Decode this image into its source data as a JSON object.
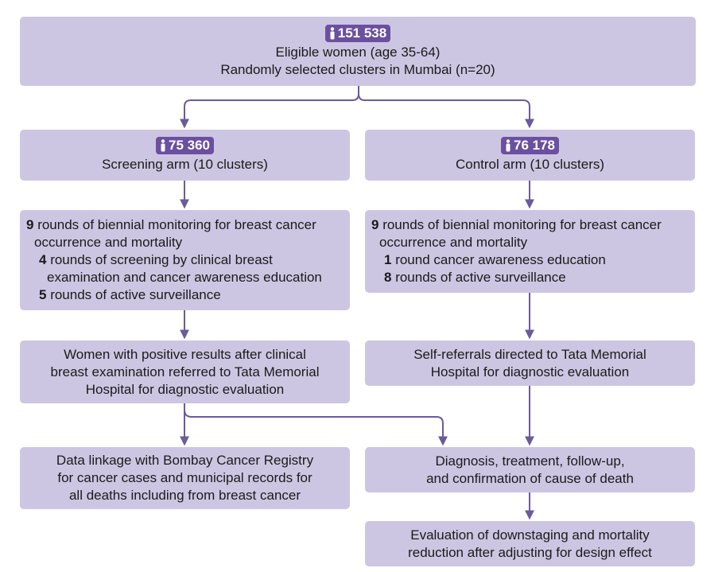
{
  "colors": {
    "box_fill": "#cdc6e2",
    "badge_fill": "#6b4fa0",
    "connector": "#6b5b9a"
  },
  "icons": {
    "badge_icon": "person-icon"
  },
  "top_box": {
    "count": "151 538",
    "line1": "Eligible women (age 35-64)",
    "line2": "Randomly selected clusters in Mumbai (n=20)"
  },
  "screening_arm": {
    "count": "75 360",
    "label": "Screening arm (10 clusters)",
    "monitoring": {
      "line1_num": "9",
      "line1_text": " rounds of biennial monitoring for breast cancer",
      "line2": "occurrence and mortality",
      "line3_num": "4",
      "line3_text": " rounds of screening by clinical breast",
      "line4": "examination and cancer awareness education",
      "line5_num": "5",
      "line5_text": " rounds of active surveillance"
    },
    "referral": {
      "line1": "Women with positive results after clinical",
      "line2": "breast examination referred to Tata Memorial",
      "line3": "Hospital for diagnostic evaluation"
    },
    "linkage": {
      "line1": "Data linkage with Bombay Cancer Registry",
      "line2": "for cancer cases and municipal records for",
      "line3": "all deaths including from breast cancer"
    }
  },
  "control_arm": {
    "count": "76 178",
    "label": "Control arm (10 clusters)",
    "monitoring": {
      "line1_num": "9",
      "line1_text": " rounds of biennial monitoring for breast cancer",
      "line2": "occurrence and mortality",
      "line3_num": "1",
      "line3_text": " round cancer awareness education",
      "line4_num": "8",
      "line4_text": " rounds of active surveillance"
    },
    "referral": {
      "line1": "Self-referrals directed to Tata Memorial",
      "line2": "Hospital for diagnostic evaluation"
    },
    "diagnosis": {
      "line1": "Diagnosis, treatment, follow-up,",
      "line2": "and confirmation of cause of death"
    },
    "evaluation": {
      "line1": "Evaluation of downstaging and mortality",
      "line2": "reduction after adjusting for design effect"
    }
  }
}
